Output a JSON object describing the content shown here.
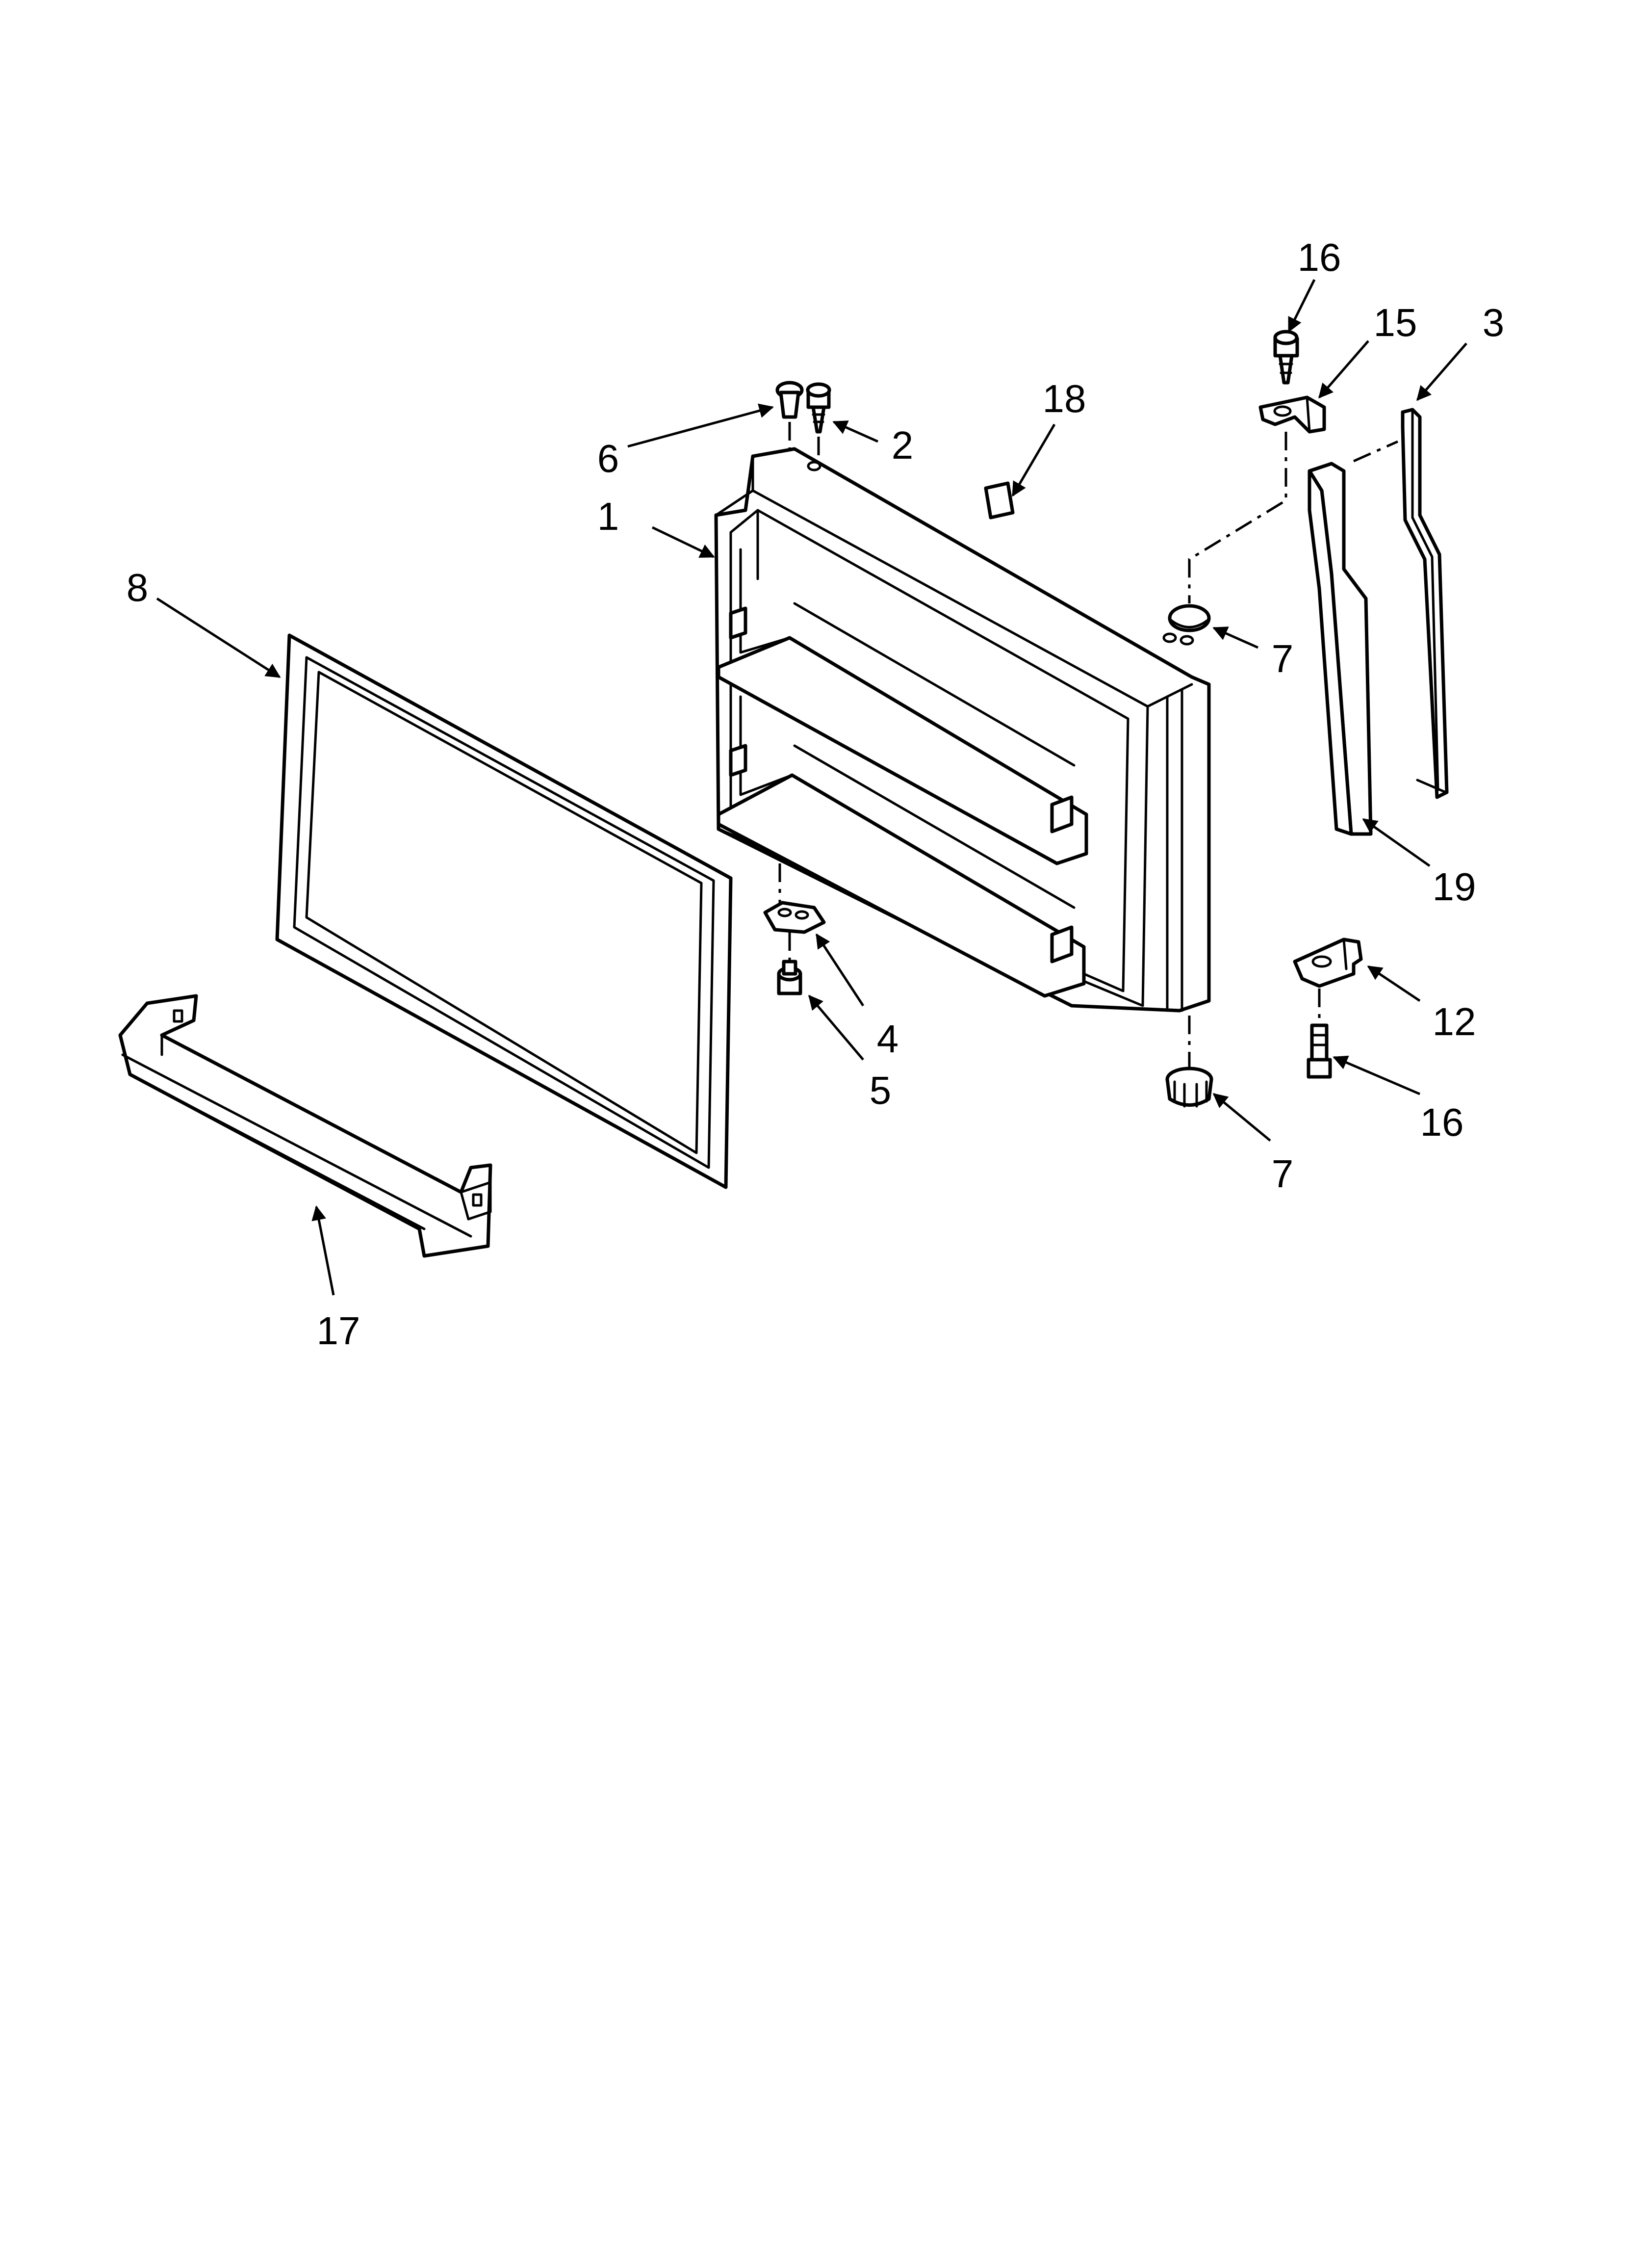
{
  "diagram": {
    "callouts": [
      {
        "id": "c16a",
        "label": "16"
      },
      {
        "id": "c15",
        "label": "15"
      },
      {
        "id": "c3",
        "label": "3"
      },
      {
        "id": "c18",
        "label": "18"
      },
      {
        "id": "c6",
        "label": "6"
      },
      {
        "id": "c2",
        "label": "2"
      },
      {
        "id": "c1",
        "label": "1"
      },
      {
        "id": "c8",
        "label": "8"
      },
      {
        "id": "c7a",
        "label": "7"
      },
      {
        "id": "c19",
        "label": "19"
      },
      {
        "id": "c4",
        "label": "4"
      },
      {
        "id": "c5",
        "label": "5"
      },
      {
        "id": "c12",
        "label": "12"
      },
      {
        "id": "c16b",
        "label": "16"
      },
      {
        "id": "c7b",
        "label": "7"
      },
      {
        "id": "c17",
        "label": "17"
      }
    ],
    "colors": {
      "line": "#000000",
      "background": "#ffffff"
    }
  }
}
